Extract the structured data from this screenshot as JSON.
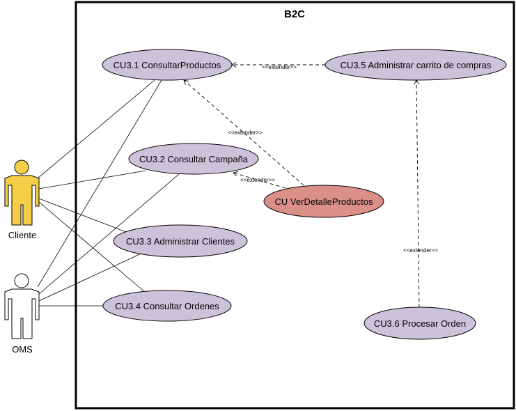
{
  "system": {
    "title": "B2C"
  },
  "actors": {
    "cliente": {
      "label": "Cliente",
      "color": "#F5CE47"
    },
    "oms": {
      "label": "OMS",
      "color": "#FFFFFF"
    }
  },
  "use_cases": {
    "uc31": {
      "label": "CU3.1 ConsultarProductos"
    },
    "uc32": {
      "label": "CU3.2 Consultar Campaña"
    },
    "uc33": {
      "label": "CU3.3 Administrar Clientes"
    },
    "uc34": {
      "label": "CU3.4 Consultar Ordenes"
    },
    "uc35": {
      "label": "CU3.5 Administrar carrito de compras"
    },
    "uc36": {
      "label": "CU3.6 Procesar Orden"
    },
    "detalle": {
      "label": "CU VerDetalleProductos"
    }
  },
  "relations": {
    "extend_label": "<<extender>>"
  },
  "colors": {
    "use_case_fill": "#CCC3DB",
    "highlight_fill": "#DB8F89",
    "stroke": "#000000"
  }
}
